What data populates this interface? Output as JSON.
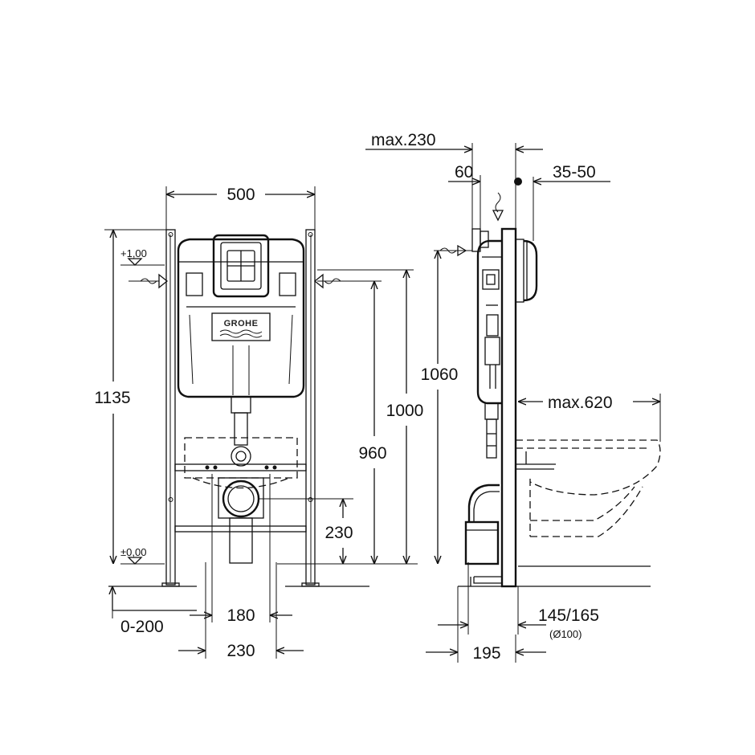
{
  "brand": {
    "logo_text": "GROHE"
  },
  "front_view": {
    "width": "500",
    "height_total": "1135",
    "level_top": "+1,00",
    "level_zero": "±0,00",
    "inlet_height": "1000",
    "drain_center_height": "960",
    "outlet_height": "230",
    "pipe_spacing": "180",
    "foot_spacing": "230",
    "floor_adjust": "0-200"
  },
  "side_view": {
    "max_depth_top": "max.230",
    "offset_60": "60",
    "wall_gap": "35-50",
    "inlet_height": "1060",
    "bowl_projection": "max.620",
    "outlet_offset": "145/165",
    "outlet_diameter": "(Ø100)",
    "frame_depth": "195"
  }
}
